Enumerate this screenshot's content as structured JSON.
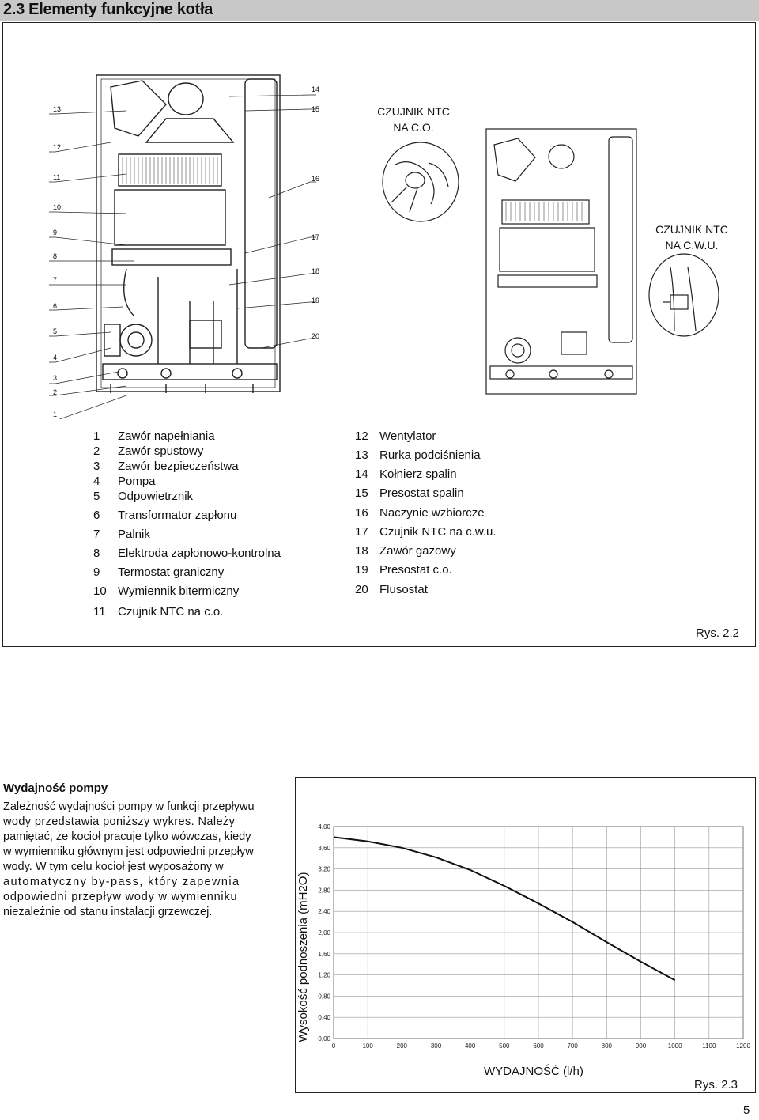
{
  "header": {
    "title": "2.3 Elementy funkcyjne kotła"
  },
  "figure1": {
    "callouts_left": [
      "13",
      "12",
      "11",
      "10",
      "9",
      "8",
      "7",
      "6",
      "5",
      "4",
      "3",
      "2",
      "1"
    ],
    "callouts_right": [
      "14",
      "15",
      "16",
      "17",
      "18",
      "19",
      "20"
    ],
    "sensor_co": {
      "line1": "CZUJNIK NTC",
      "line2": "NA C.O."
    },
    "sensor_cwu": {
      "line1": "CZUJNIK NTC",
      "line2": "NA C.W.U."
    },
    "caption": "Rys. 2.2"
  },
  "legend": {
    "left": [
      {
        "num": "1",
        "text": "Zawór napełniania"
      },
      {
        "num": "2",
        "text": "Zawór spustowy"
      },
      {
        "num": "3",
        "text": "Zawór bezpieczeństwa"
      },
      {
        "num": "4",
        "text": "Pompa"
      },
      {
        "num": "5",
        "text": "Odpowietrznik"
      },
      {
        "num": "6",
        "text": "Transformator zapłonu"
      },
      {
        "num": "7",
        "text": "Palnik"
      },
      {
        "num": "8",
        "text": "Elektroda zapłonowo-kontrolna"
      },
      {
        "num": "9",
        "text": "Termostat graniczny"
      },
      {
        "num": "10",
        "text": "Wymiennik bitermiczny"
      },
      {
        "num": "11",
        "text": "Czujnik NTC na c.o."
      }
    ],
    "right": [
      {
        "num": "12",
        "text": "Wentylator"
      },
      {
        "num": "13",
        "text": "Rurka podciśnienia"
      },
      {
        "num": "14",
        "text": "Kołnierz spalin"
      },
      {
        "num": "15",
        "text": "Presostat spalin"
      },
      {
        "num": "16",
        "text": "Naczynie wzbiorcze"
      },
      {
        "num": "17",
        "text": "Czujnik NTC na c.w.u."
      },
      {
        "num": "18",
        "text": "Zawór gazowy"
      },
      {
        "num": "19",
        "text": "Presostat c.o."
      },
      {
        "num": "20",
        "text": "Flusostat"
      }
    ]
  },
  "pump_section": {
    "title": "Wydajność pompy",
    "paragraph": [
      "Zależność wydajności pompy w funkcji przepływu",
      "wody przedstawia poniższy wykres. Należy",
      "pamiętać, że kocioł pracuje tylko wówczas, kiedy",
      "w wymienniku głównym jest odpowiedni przepływ",
      "wody. W tym celu kocioł jest wyposażony w",
      "automatyczny by-pass, który zapewnia",
      "odpowiedni przepływ wody w wymienniku",
      "niezależnie od stanu instalacji grzewczej."
    ]
  },
  "chart_data": {
    "type": "line",
    "title": "",
    "xlabel": "WYDAJNOŚĆ (l/h)",
    "ylabel": "Wysokość podnoszenia (mH2O)",
    "x_ticks": [
      "0",
      "100",
      "200",
      "300",
      "400",
      "500",
      "600",
      "700",
      "800",
      "900",
      "1000",
      "1100",
      "1200"
    ],
    "y_ticks": [
      "0,00",
      "0,40",
      "0,80",
      "1,20",
      "1,60",
      "2,00",
      "2,40",
      "2,80",
      "3,20",
      "3,60",
      "4,00"
    ],
    "xlim": [
      0,
      1200
    ],
    "ylim": [
      0,
      4.0
    ],
    "grid": true,
    "series": [
      {
        "x": [
          0,
          100,
          200,
          300,
          400,
          500,
          600,
          700,
          800,
          900,
          1000
        ],
        "y": [
          3.8,
          3.72,
          3.6,
          3.42,
          3.18,
          2.88,
          2.55,
          2.2,
          1.82,
          1.45,
          1.1
        ]
      }
    ],
    "caption": "Rys. 2.3"
  },
  "footer": {
    "page_number": "5"
  }
}
